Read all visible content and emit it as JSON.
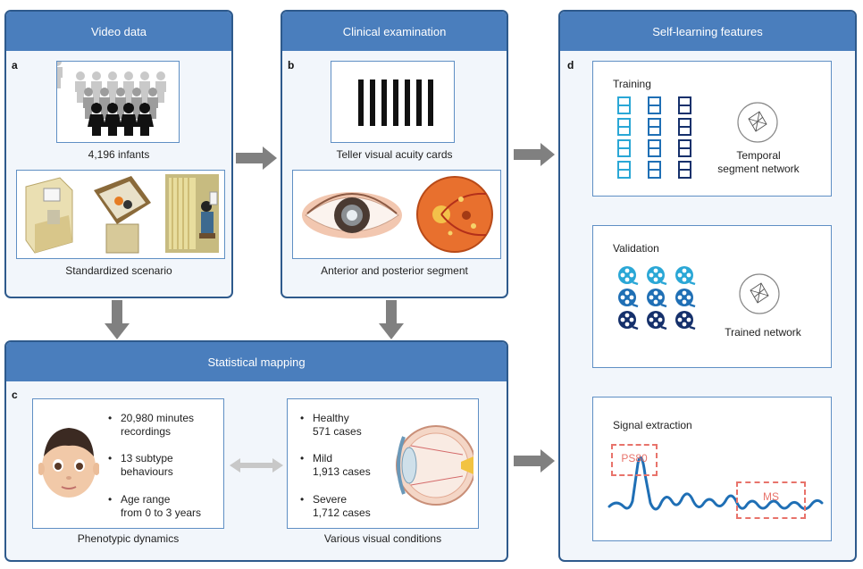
{
  "panels": {
    "video": {
      "header": "Video data",
      "letter": "a",
      "infants_caption": "4,196 infants",
      "scenario_caption": "Standardized scenario"
    },
    "clinical": {
      "header": "Clinical examination",
      "letter": "b",
      "cards_caption": "Teller visual acuity cards",
      "segment_caption": "Anterior and posterior segment"
    },
    "selflearning": {
      "header": "Self-learning features",
      "letter": "d",
      "training": {
        "title": "Training",
        "network_label_1": "Temporal",
        "network_label_2": "segment network"
      },
      "validation": {
        "title": "Validation",
        "network_label": "Trained network"
      },
      "signal": {
        "title": "Signal extraction",
        "tag1": "PS80",
        "tag2": "MS"
      }
    },
    "statistical": {
      "header": "Statistical mapping",
      "letter": "c",
      "phenotype_bullets": [
        {
          "line1": "20,980 minutes",
          "line2": "recordings"
        },
        {
          "line1": "13 subtype",
          "line2": "behaviours"
        },
        {
          "line1": "Age range",
          "line2": "from 0 to 3 years"
        }
      ],
      "phenotype_caption": "Phenotypic dynamics",
      "condition_bullets": [
        {
          "line1": "Healthy",
          "line2": "571 cases"
        },
        {
          "line1": "Mild",
          "line2": "1,913 cases"
        },
        {
          "line1": "Severe",
          "line2": "1,712 cases"
        }
      ],
      "condition_caption": "Various visual conditions"
    }
  },
  "colors": {
    "header_blue": "#4a7ebd",
    "panel_border": "#2e5a8c",
    "panel_fill": "#f2f6fb",
    "arrow_gray": "#808080",
    "signal_blue": "#1f6fb5",
    "tag_red": "#e8736b"
  },
  "icons": [
    "people-group-icon",
    "room-scene-illustration",
    "teller-card-icon",
    "eye-anterior-illustration",
    "fundus-illustration",
    "film-strip-icon",
    "film-reel-icon",
    "network-icon",
    "infant-face-illustration",
    "eye-crosssection-illustration",
    "double-arrow-icon"
  ]
}
